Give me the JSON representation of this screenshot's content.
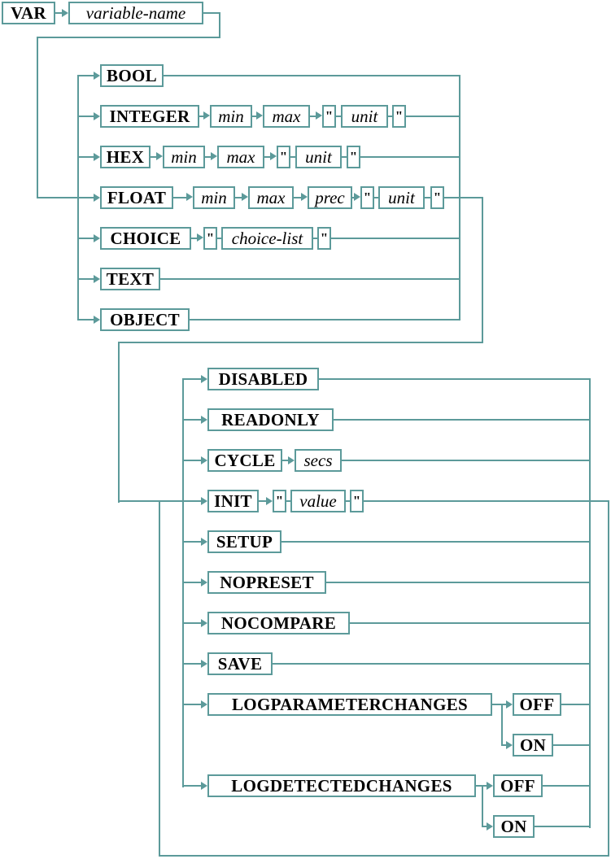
{
  "diagram": {
    "kind": "railroad-syntax-diagram",
    "line_color": "#5c9a9a",
    "text_color": "#000000",
    "background": "#ffffff",
    "quote": "\"",
    "start": {
      "var": "VAR",
      "variable_name": "variable-name"
    },
    "types": {
      "bool": "BOOL",
      "integer": "INTEGER",
      "hex": "HEX",
      "float": "FLOAT",
      "choice": "CHOICE",
      "text": "TEXT",
      "object": "OBJECT"
    },
    "params": {
      "min": "min",
      "max": "max",
      "prec": "prec",
      "unit": "unit",
      "choice_list": "choice-list",
      "secs": "secs",
      "value": "value"
    },
    "options": {
      "disabled": "DISABLED",
      "readonly": "READONLY",
      "cycle": "CYCLE",
      "init": "INIT",
      "setup": "SETUP",
      "nopreset": "NOPRESET",
      "nocompare": "NOCOMPARE",
      "save": "SAVE",
      "logparameterchanges": "LOGPARAMETERCHANGES",
      "logdetectedchanges": "LOGDETECTEDCHANGES",
      "off": "OFF",
      "on": "ON"
    }
  }
}
